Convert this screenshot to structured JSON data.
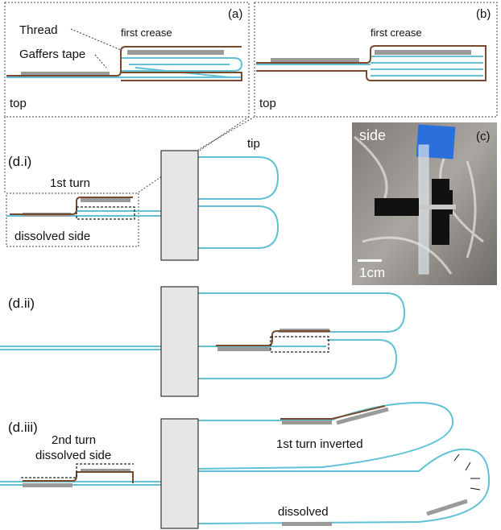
{
  "panels": {
    "a": {
      "tag": "(a)",
      "thread_label": "Thread",
      "tape_label": "Gaffers tape",
      "crease_label": "first crease",
      "view_label": "top"
    },
    "b": {
      "tag": "(b)",
      "crease_label": "first crease",
      "view_label": "top"
    },
    "c": {
      "tag": "(c)",
      "view_label": "side",
      "scale_label": "1cm"
    },
    "di": {
      "tag": "(d.i)",
      "tip_label": "tip",
      "turn_label": "1st turn",
      "dissolved_label": "dissolved side"
    },
    "dii": {
      "tag": "(d.ii)"
    },
    "diii": {
      "tag": "(d.iii)",
      "turn_label_line1": "2nd turn",
      "turn_label_line2": "dissolved side",
      "inverted_label": "1st turn inverted",
      "dissolved_label": "dissolved"
    }
  },
  "colors": {
    "thread": "#5fc0d6",
    "tape": "#9a9a9a",
    "brown_layer": "#7a4a2e",
    "clamp": "#e6e6e6",
    "blue_marker": "#2a6fdc"
  }
}
